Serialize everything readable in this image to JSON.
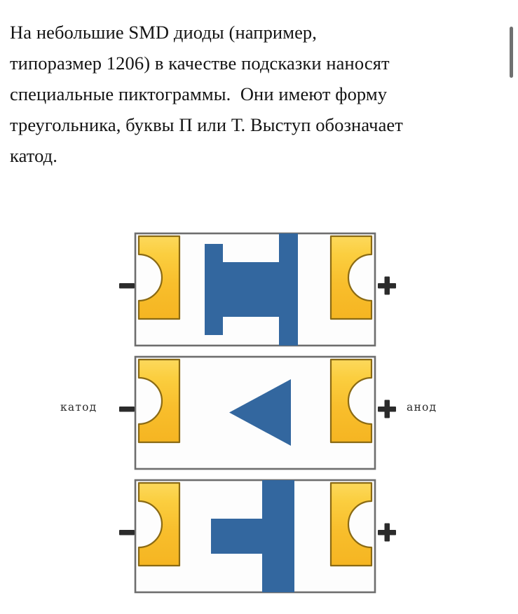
{
  "article": {
    "body_text": "На небольшие SMD диоды (например,\nтипоразмер 1206) в качестве подсказки наносят\nспециальные пиктограммы.  Они имеют форму\nтреугольника, буквы П или Т. Выступ обозначает\nкатод."
  },
  "scrollbar": {
    "thumb_label": "vertical-scroll-thumb"
  },
  "figure": {
    "cathode_label": "катод",
    "anode_label": "анод",
    "minus_sign": "−",
    "plus_sign": "+",
    "colors": {
      "pad_light": "#FBD34A",
      "pad_mid": "#F9C335",
      "pad_dark": "#F0A81C",
      "pad_outline": "#8A6A14",
      "body_outline": "#6E6E6E",
      "body_fill": "#FDFDFD",
      "marking_blue": "#33679F",
      "text": "#2B2B2B"
    },
    "diodes": [
      {
        "name": "diode-pi-marking",
        "marking_shape": "rotated-letter-pi",
        "left_terminal": "−",
        "right_terminal": "+",
        "cathode_side": "left"
      },
      {
        "name": "diode-triangle-marking",
        "marking_shape": "left-pointing-triangle",
        "left_terminal": "−",
        "right_terminal": "+",
        "cathode_side": "left"
      },
      {
        "name": "diode-t-marking",
        "marking_shape": "rotated-letter-t",
        "left_terminal": "−",
        "right_terminal": "+",
        "cathode_side": "left"
      }
    ]
  }
}
